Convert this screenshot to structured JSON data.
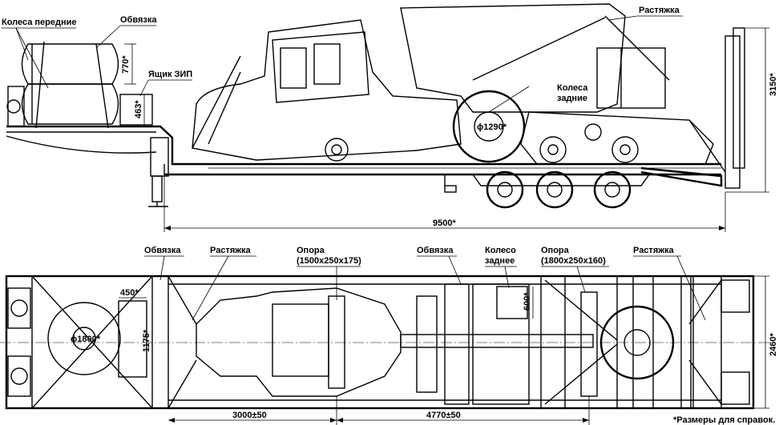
{
  "side_view": {
    "labels": {
      "front_wheels": "Колеса передние",
      "lashing": "Обвязка",
      "spare_box": "Ящик ЗИП",
      "guying": "Растяжка",
      "rear_wheels_line1": "Колеса",
      "rear_wheels_line2": "задние"
    },
    "dims": {
      "wheel_stack_height": "770*",
      "box_height": "463*",
      "wheel_diameter": "ϕ1290*",
      "overall_height": "3150*",
      "overall_length": "9500*"
    }
  },
  "plan_view": {
    "labels": {
      "lashing_left": "Обвязка",
      "guying_left": "Растяжка",
      "support_front_line1": "Опора",
      "support_front_line2": "(1500x250x175)",
      "lashing_right": "Обвязка",
      "rear_wheel_line1": "Колесо",
      "rear_wheel_line2": "заднее",
      "support_rear_line1": "Опора",
      "support_rear_line2": "(1800x250x160)",
      "guying_right": "Растяжка"
    },
    "dims": {
      "width_450": "450*",
      "wheel_diameter": "ϕ1800*",
      "length_1175": "1175*",
      "length_600": "600*",
      "overall_width": "2460*",
      "support_spacing_1": "3000±50",
      "support_spacing_2": "4770±50"
    }
  },
  "note": "*Размеры для справок."
}
